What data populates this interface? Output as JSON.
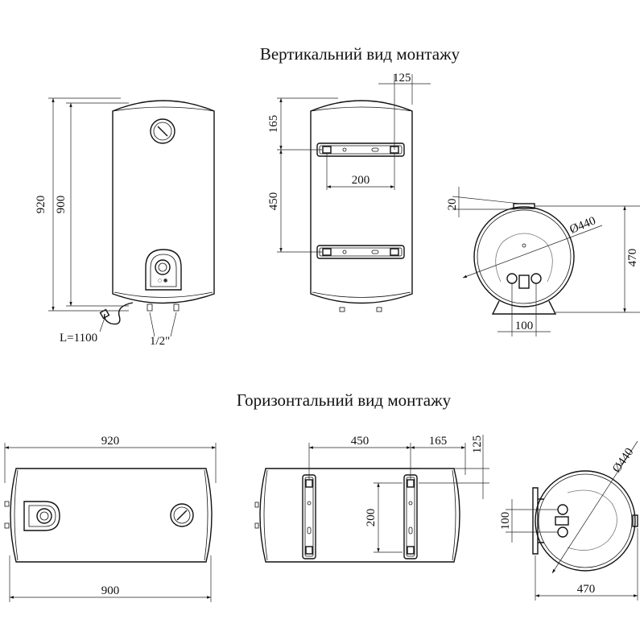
{
  "titles": {
    "vertical": "Вертикальний вид монтажу",
    "horizontal": "Горизонтальний вид монтажу"
  },
  "vertical_front": {
    "height_total": "920",
    "height_body": "900",
    "cable_length": "L=1100",
    "pipe_thread": "1/2\""
  },
  "vertical_back": {
    "bracket_offset": "125",
    "top_offset": "165",
    "bracket_spacing": "450",
    "bracket_width": "200"
  },
  "vertical_side": {
    "top_gap": "20",
    "diameter": "Ø440",
    "depth": "470",
    "pipe_spacing": "100"
  },
  "horizontal_front": {
    "length_total": "920",
    "length_body": "900"
  },
  "horizontal_back": {
    "bracket_spacing": "450",
    "end_offset": "165",
    "top_offset": "125",
    "bracket_width": "200"
  },
  "horizontal_side": {
    "diameter": "Ø440",
    "pipe_spacing": "100",
    "depth": "470"
  }
}
